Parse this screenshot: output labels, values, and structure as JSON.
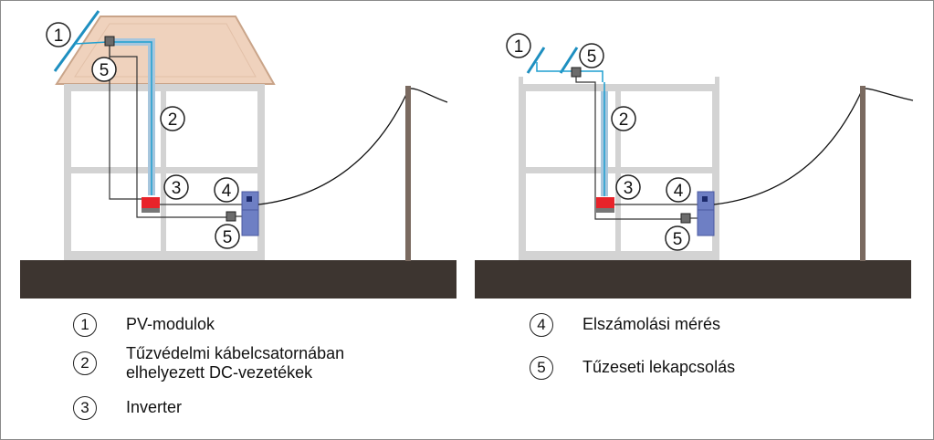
{
  "callouts": {
    "one": "1",
    "two": "2",
    "three": "3",
    "four": "4",
    "five": "5"
  },
  "legend": [
    {
      "num": "1",
      "text": "PV-modulok"
    },
    {
      "num": "2",
      "text": "Tűzvédelmi kábelcsatornában\nelhelyezett DC-vezetékek"
    },
    {
      "num": "3",
      "text": "Inverter"
    },
    {
      "num": "4",
      "text": "Elszámolási mérés"
    },
    {
      "num": "5",
      "text": "Tűzeseti lekapcsolás"
    }
  ],
  "colors": {
    "ground": "#3d3530",
    "wall": "#d3d3d3",
    "roof": "#efd2bd",
    "roof_edge": "#c9a489",
    "duct": "#a7c6dd",
    "dc_cable": "#1e9fd0",
    "inverter": "#e8232a",
    "meter": "#6e7fc4",
    "pole": "#7a6a60",
    "switch": "#6b6b6b"
  }
}
